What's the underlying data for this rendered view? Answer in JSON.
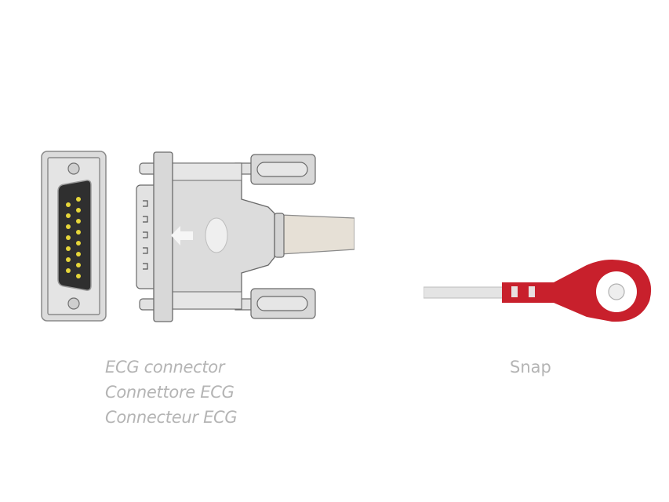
{
  "ecg_connector": {
    "labels": [
      "ECG connector",
      "Connettore ECG",
      "Connecteur ECG"
    ],
    "pin_count": 15,
    "colors": {
      "body": "#dcdcdc",
      "socket": "#333333",
      "pins": "#e8d83a",
      "cable": "#e6e0d6"
    },
    "icons": [
      "arrow-left-icon",
      "grip-icon"
    ]
  },
  "snap": {
    "label": "Snap",
    "colors": {
      "body": "#c8202c",
      "cable": "#e4e4e4"
    }
  }
}
